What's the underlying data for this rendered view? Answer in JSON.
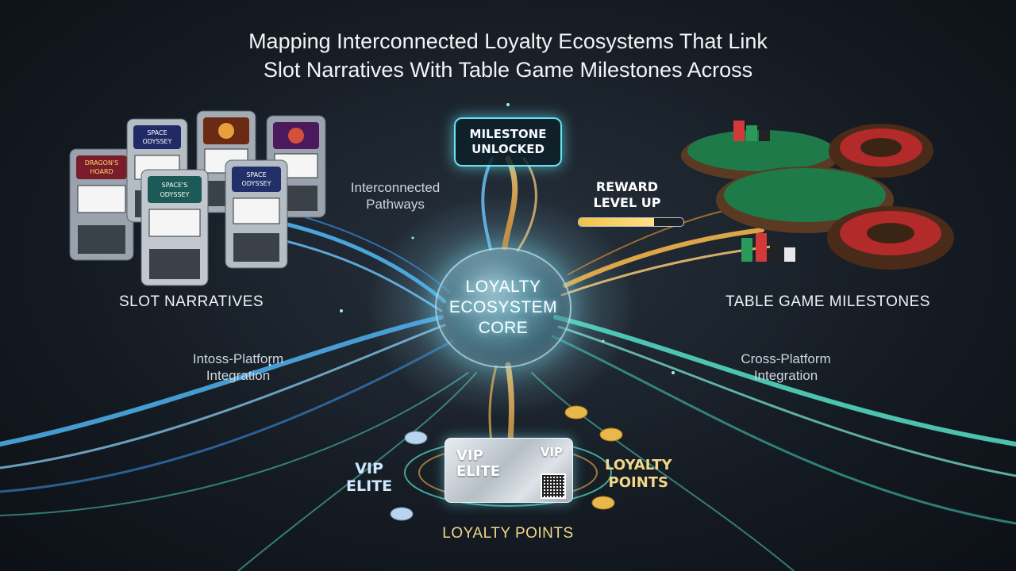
{
  "title": {
    "line1": "Mapping Interconnected Loyalty Ecosystems That Link",
    "line2": "Slot Narratives With Table Game Milestones Across"
  },
  "core": {
    "label": "LOYALTY\nECOSYSTEM\nCORE"
  },
  "slots": {
    "caption": "SLOT NARRATIVES",
    "machines": [
      {
        "screen": "DRAGON'S\nHOARD"
      },
      {
        "screen": "SPACE\nODYSSEY"
      },
      {
        "screen": ""
      },
      {
        "screen": ""
      },
      {
        "screen": "SPACE'S\nODYSSEY"
      },
      {
        "screen": "SPACE\nODYSSEY"
      }
    ]
  },
  "tables": {
    "caption": "TABLE GAME MILESTONES"
  },
  "labels": {
    "interconnected": "Interconnected\nPathways",
    "intoss": "Intoss-Platform\nIntegration",
    "cross": "Cross-Platform\nIntegration"
  },
  "milestone_badge": "MILESTONE\nUNLOCKED",
  "reward": {
    "label": "REWARD\nLEVEL UP",
    "progress": 0.72
  },
  "vip_card": {
    "main": "VIP\nELITE",
    "corner": "VIP"
  },
  "vip_label": "VIP\nELITE",
  "loyalty_points_right": "LOYALTY\nPOINTS",
  "loyalty_points_bottom": "LOYALTY POINTS",
  "colors": {
    "blue_flow": "#4fb3f0",
    "teal_flow": "#56e0c8",
    "gold_flow": "#f2b44a",
    "felt": "#1f7a4a"
  }
}
